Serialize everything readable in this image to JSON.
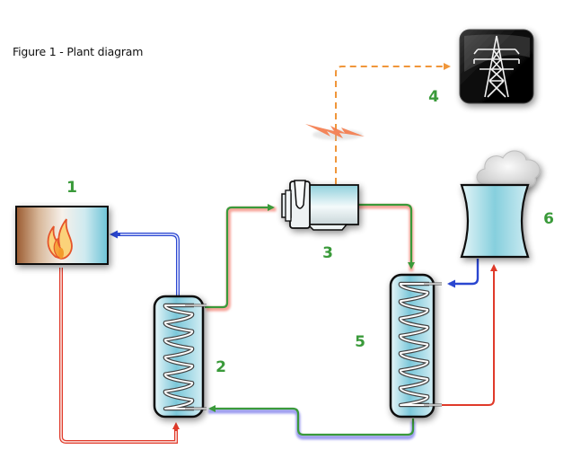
{
  "caption": "Figure 1 - Plant diagram",
  "components": [
    {
      "id": "1",
      "label": "1",
      "name": "boiler",
      "icon": "flame-icon"
    },
    {
      "id": "2",
      "label": "2",
      "name": "evaporator-heat-exchanger",
      "icon": "coil-icon"
    },
    {
      "id": "3",
      "label": "3",
      "name": "turbine-generator",
      "icon": "pump-turbine-icon"
    },
    {
      "id": "4",
      "label": "4",
      "name": "power-grid",
      "icon": "transmission-tower-icon"
    },
    {
      "id": "5",
      "label": "5",
      "name": "condenser-heat-exchanger",
      "icon": "coil-icon"
    },
    {
      "id": "6",
      "label": "6",
      "name": "cooling-tower",
      "icon": "cooling-tower-icon"
    }
  ],
  "colors": {
    "label_green": "#3a9a3a",
    "pipe_green": "#3a9a3a",
    "pipe_red": "#e03a2a",
    "pipe_blue": "#2a46d0",
    "electric_orange": "#f0963a",
    "vessel_fill": "#a8dbe6"
  }
}
